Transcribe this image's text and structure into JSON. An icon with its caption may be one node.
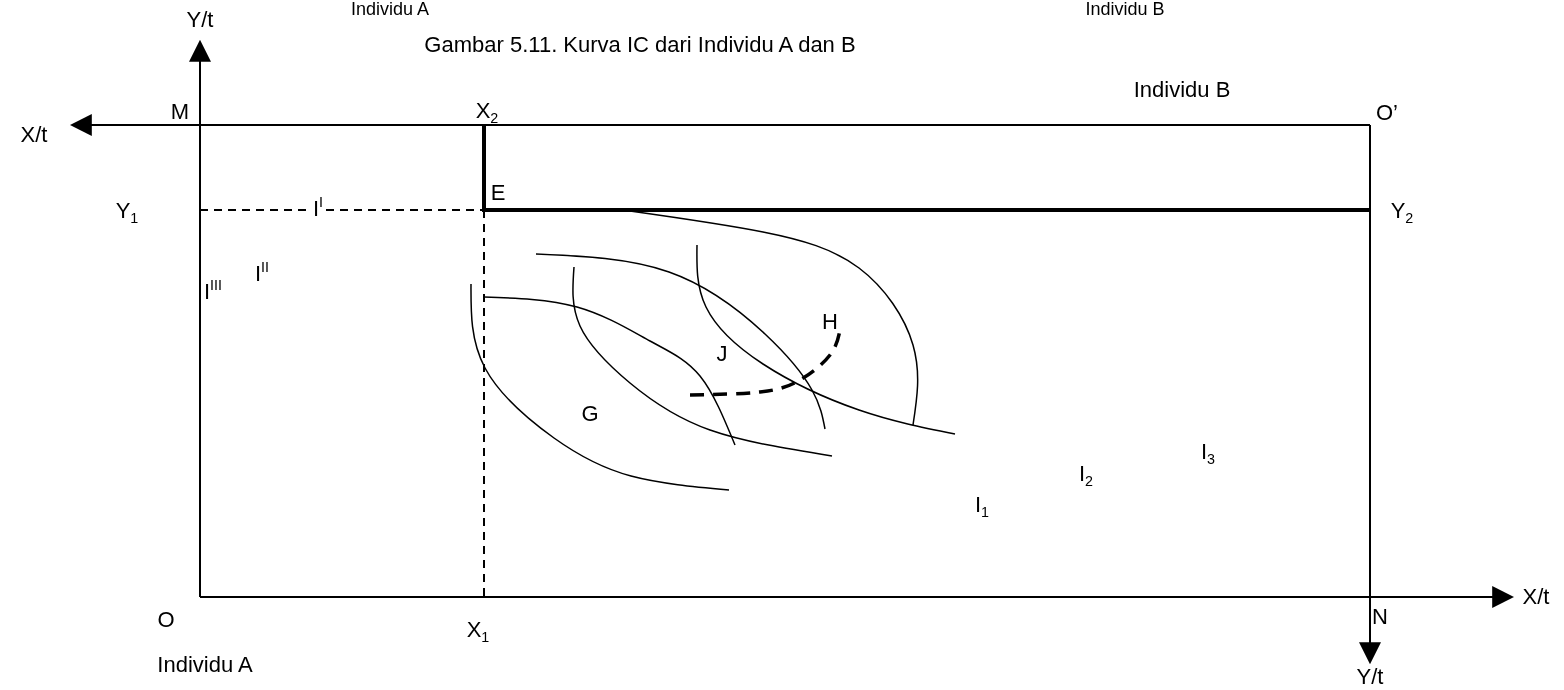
{
  "diagram": {
    "title": "Gambar 5.11.  Kurva IC dari Individu A dan B",
    "labels": [
      "Individu A",
      "Individu B",
      "Y/t",
      "Individu B",
      "X/t",
      "M",
      "X$_{2}$",
      "O’",
      "Y$_{1}$",
      "I$^{I}$",
      "E",
      "Y$_{2}$",
      "I$^{II}$",
      "I$^{III}$",
      "H",
      "J",
      "G",
      "I$_{3}$",
      "I$_{2}$",
      "I$_{1}$",
      "O",
      "X$_{1}$",
      "N",
      "X/t",
      "Individu A",
      "Y/t"
    ]
  }
}
